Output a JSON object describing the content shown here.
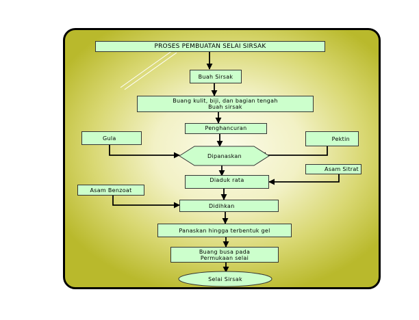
{
  "title": "PROSES PEMBUATAN SELAI SIRSAK",
  "steps": {
    "buah": "Buah Sirsak",
    "buang_line1": "Buang kulit, biji, dan bagian tengah",
    "buang_line2": "Buah sirsak",
    "penghancuran": "Penghancuran",
    "dipanaskan": "Dipanaskan",
    "diaduk": "Diaduk rata",
    "didihkan": "Didihkan",
    "panaskan": "Panaskan hingga terbentuk gel",
    "busa_line1": "Buang busa pada",
    "busa_line2": "Permukaan selai",
    "selai": "Selai Sirsak"
  },
  "inputs": {
    "gula": "Gula",
    "pektin": "Pektin",
    "asam_sitrat": "Asam Sitrat",
    "asam_benzoat": "Asam Benzoat"
  },
  "colors": {
    "box_fill": "#ccffcc",
    "frame_accent": "#c4c43a"
  }
}
